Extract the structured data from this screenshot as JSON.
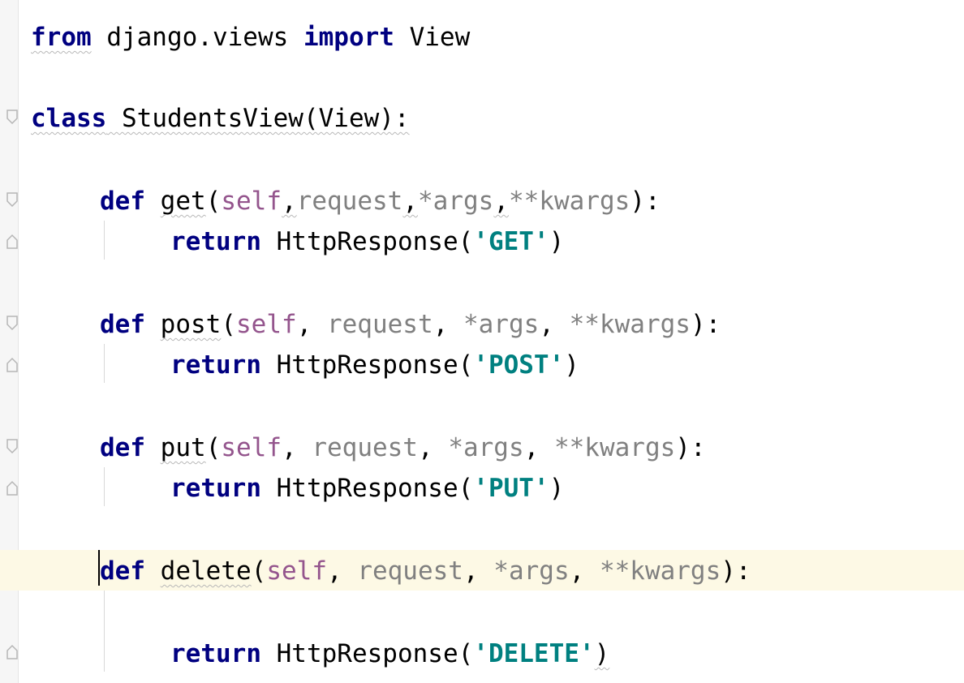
{
  "editor": {
    "lines": {
      "import_from": "from",
      "import_module": " django.views ",
      "import_kw": "import",
      "import_name": " View",
      "class_kw": "class",
      "class_name": " StudentsView(View):",
      "get_def": "def",
      "get_name": "get",
      "get_open": "(",
      "get_self": "self",
      "get_c1": ",",
      "get_request": "request",
      "get_c2": ",",
      "get_args": "*args",
      "get_c3": ",",
      "get_kwargs": "**kwargs",
      "get_close": "):",
      "get_return": "return",
      "get_resp": " HttpResponse(",
      "get_str": "'GET'",
      "get_end": ")",
      "post_def": "def",
      "post_name": "post",
      "post_open": "(",
      "post_self": "self",
      "post_c1": ", ",
      "post_request": "request",
      "post_c2": ", ",
      "post_args": "*args",
      "post_c3": ", ",
      "post_kwargs": "**kwargs",
      "post_close": "):",
      "post_return": "return",
      "post_resp": " HttpResponse(",
      "post_str": "'POST'",
      "post_end": ")",
      "put_def": "def",
      "put_name": "put",
      "put_open": "(",
      "put_self": "self",
      "put_c1": ", ",
      "put_request": "request",
      "put_c2": ", ",
      "put_args": "*args",
      "put_c3": ", ",
      "put_kwargs": "**kwargs",
      "put_close": "):",
      "put_return": "return",
      "put_resp": " HttpResponse(",
      "put_str": "'PUT'",
      "put_end": ")",
      "delete_def": "def",
      "delete_name": "delete",
      "delete_open": "(",
      "delete_self": "self",
      "delete_c1": ", ",
      "delete_request": "request",
      "delete_c2": ", ",
      "delete_args": "*args",
      "delete_c3": ", ",
      "delete_kwargs": "**kwargs",
      "delete_close": "):",
      "delete_return": "return",
      "delete_resp": " HttpResponse(",
      "delete_str": "'DELETE'",
      "delete_end": ")"
    },
    "colors": {
      "keyword": "#000080",
      "self": "#94558d",
      "parameter": "#808080",
      "string": "#008080",
      "current_line": "#fdf9e5"
    },
    "icons": [
      "fold-start-icon",
      "fold-end-icon",
      "text-caret"
    ]
  }
}
